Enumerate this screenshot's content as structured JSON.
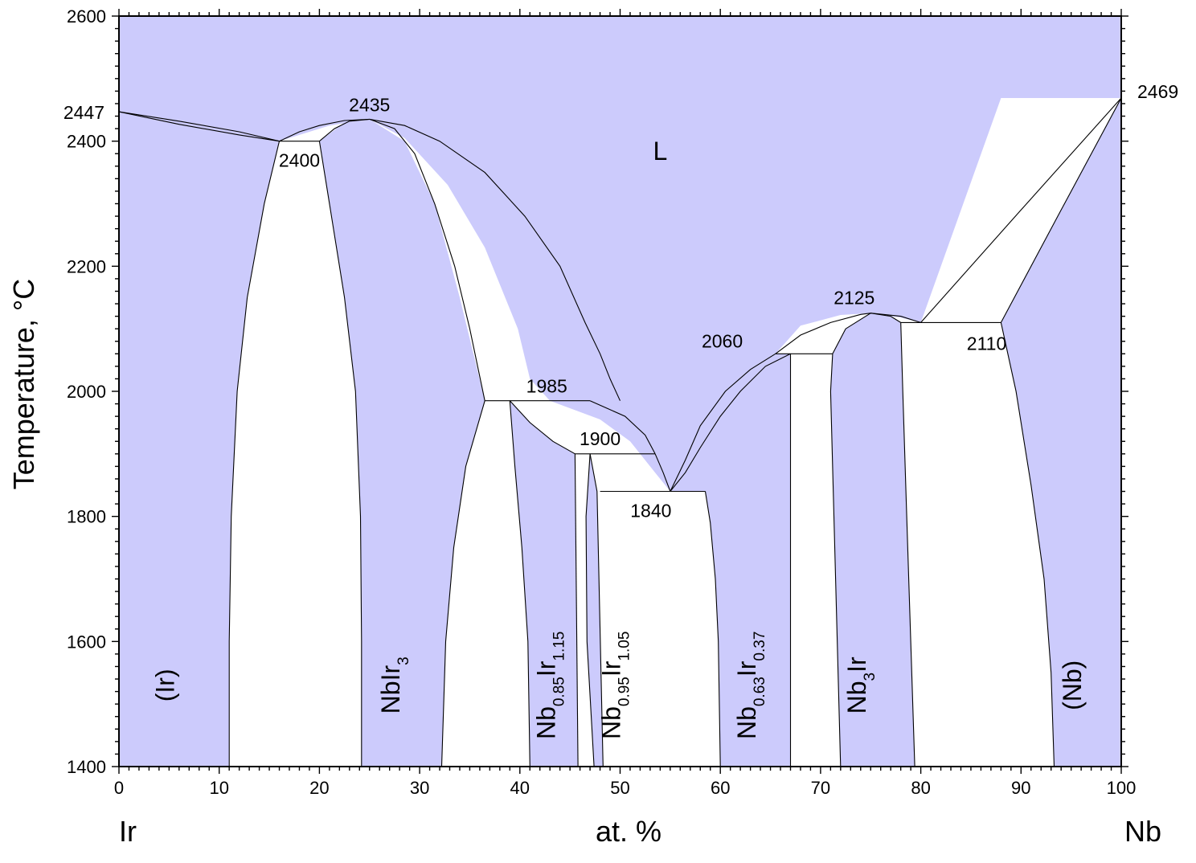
{
  "chart_data": {
    "type": "phase-diagram",
    "colors": {
      "liquid_region": "#cccbfc",
      "solid_solution_region": "#ffffff",
      "frame": "#000000"
    },
    "xlim": [
      0,
      100
    ],
    "ylim": [
      1400,
      2600
    ],
    "x_ticks": [
      "0",
      "10",
      "20",
      "30",
      "40",
      "50",
      "60",
      "70",
      "80",
      "90",
      "100"
    ],
    "y_ticks": [
      "1400",
      "1600",
      "1800",
      "2000",
      "2200",
      "2400",
      "2600"
    ],
    "left_component": "Ir",
    "right_component": "Nb",
    "xlabel": "at. %",
    "ylabel": "Temperature, °C",
    "special_temperatures": [
      {
        "label": "2447",
        "x": 0,
        "y": 2447
      },
      {
        "label": "2400",
        "x": 18,
        "y": 2400
      },
      {
        "label": "2435",
        "x": 25,
        "y": 2435
      },
      {
        "label": "1985",
        "x": 41,
        "y": 1985
      },
      {
        "label": "1900",
        "x": 48,
        "y": 1900
      },
      {
        "label": "1840",
        "x": 55,
        "y": 1840
      },
      {
        "label": "2060",
        "x": 65,
        "y": 2060
      },
      {
        "label": "2125",
        "x": 74,
        "y": 2125
      },
      {
        "label": "2110",
        "x": 82,
        "y": 2110
      },
      {
        "label": "2469",
        "x": 100,
        "y": 2469
      }
    ],
    "phases": [
      {
        "name": "L",
        "x": 54,
        "y": 2370
      },
      {
        "name": "(Ir)",
        "x": 5.5,
        "y": 1530
      },
      {
        "name": "NbIr",
        "sub": "3",
        "sub2": "",
        "x": 28,
        "y": 1530
      },
      {
        "name": "Nb",
        "sub": "0.85",
        "mid": "Ir",
        "sub2": "1.15",
        "x": 43.5,
        "y": 1530
      },
      {
        "name": "Nb",
        "sub": "0.95",
        "mid": "Ir",
        "sub2": "1.05",
        "x": 50,
        "y": 1530
      },
      {
        "name": "Nb",
        "sub": "0.63",
        "mid": "Ir",
        "sub2": "0.37",
        "x": 63.5,
        "y": 1530
      },
      {
        "name": "Nb",
        "sub": "3",
        "mid": "Ir",
        "sub2": "",
        "x": 74.5,
        "y": 1530
      },
      {
        "name": "(Nb)",
        "x": 96,
        "y": 1530
      }
    ],
    "single_phase_regions": [
      {
        "phase": "(Ir)",
        "points": [
          [
            0,
            2447
          ],
          [
            16,
            2400
          ],
          [
            14.5,
            2300
          ],
          [
            12.8,
            2150
          ],
          [
            11.8,
            2000
          ],
          [
            11.2,
            1800
          ],
          [
            11,
            1600
          ],
          [
            11,
            1400
          ],
          [
            0,
            1400
          ]
        ]
      },
      {
        "phase": "NbIr3",
        "points": [
          [
            20,
            2400
          ],
          [
            21,
            2300
          ],
          [
            22.5,
            2150
          ],
          [
            23.6,
            2000
          ],
          [
            24.1,
            1800
          ],
          [
            24.2,
            1600
          ],
          [
            24.2,
            1400
          ],
          [
            32.2,
            1400
          ],
          [
            32.6,
            1600
          ],
          [
            33.4,
            1750
          ],
          [
            34.6,
            1880
          ],
          [
            36.5,
            1985
          ],
          [
            34,
            2150
          ],
          [
            31.5,
            2300
          ],
          [
            28.5,
            2400
          ],
          [
            25,
            2435
          ],
          [
            22.5,
            2430
          ],
          [
            20,
            2400
          ]
        ]
      },
      {
        "phase": "Nb0.85Ir1.15",
        "points": [
          [
            39,
            1985
          ],
          [
            41,
            1950
          ],
          [
            43.3,
            1920
          ],
          [
            45.5,
            1900
          ],
          [
            45.8,
            1400
          ],
          [
            41,
            1400
          ],
          [
            40.8,
            1600
          ],
          [
            40.2,
            1750
          ],
          [
            39.5,
            1880
          ],
          [
            39,
            1985
          ]
        ]
      },
      {
        "phase": "Nb0.95Ir1.05",
        "points": [
          [
            47,
            1900
          ],
          [
            47.7,
            1840
          ],
          [
            48.3,
            1400
          ],
          [
            47.4,
            1400
          ],
          [
            46.7,
            1600
          ],
          [
            46.6,
            1800
          ],
          [
            47,
            1900
          ]
        ]
      },
      {
        "phase": "Nb0.63Ir0.37",
        "points": [
          [
            55,
            1840
          ],
          [
            56,
            1900
          ],
          [
            57.3,
            1950
          ],
          [
            58.8,
            2000
          ],
          [
            61.5,
            2040
          ],
          [
            65.5,
            2060
          ],
          [
            67,
            2060
          ],
          [
            67,
            1400
          ],
          [
            60,
            1400
          ],
          [
            59.8,
            1600
          ],
          [
            59.5,
            1700
          ],
          [
            59,
            1790
          ],
          [
            58.5,
            1840
          ],
          [
            55,
            1840
          ]
        ]
      },
      {
        "phase": "Nb3Ir",
        "points": [
          [
            72,
            1400
          ],
          [
            71.5,
            1700
          ],
          [
            71,
            2000
          ],
          [
            71.2,
            2060
          ],
          [
            72.5,
            2100
          ],
          [
            75,
            2125
          ],
          [
            77,
            2120
          ],
          [
            78,
            2110
          ],
          [
            78.2,
            2000
          ],
          [
            78.6,
            1800
          ],
          [
            79,
            1600
          ],
          [
            79.4,
            1400
          ]
        ]
      },
      {
        "phase": "(Nb)",
        "points": [
          [
            100,
            2469
          ],
          [
            88,
            2110
          ],
          [
            89.5,
            2000
          ],
          [
            91,
            1850
          ],
          [
            92.3,
            1700
          ],
          [
            93,
            1550
          ],
          [
            93.3,
            1400
          ],
          [
            100,
            1400
          ]
        ]
      },
      {
        "phase": "L",
        "points": [
          [
            0,
            2600
          ],
          [
            100,
            2600
          ],
          [
            100,
            2469
          ],
          [
            88,
            2469
          ],
          [
            80,
            2110
          ],
          [
            78,
            2118
          ],
          [
            75,
            2125
          ],
          [
            72,
            2122
          ],
          [
            68,
            2105
          ],
          [
            65.5,
            2060
          ],
          [
            62.5,
            2000
          ],
          [
            59.5,
            1940
          ],
          [
            57,
            1880
          ],
          [
            55,
            1840
          ],
          [
            53.5,
            1870
          ],
          [
            51,
            1920
          ],
          [
            48,
            1955
          ],
          [
            45.5,
            1970
          ],
          [
            43,
            1985
          ],
          [
            41,
            2020
          ],
          [
            39.8,
            2100
          ],
          [
            36.5,
            2230
          ],
          [
            32.8,
            2330
          ],
          [
            28.5,
            2405
          ],
          [
            25,
            2435
          ],
          [
            21,
            2425
          ],
          [
            18,
            2410
          ],
          [
            16,
            2400
          ],
          [
            12,
            2410
          ],
          [
            6,
            2425
          ],
          [
            0,
            2447
          ]
        ]
      }
    ],
    "boundaries": [
      [
        [
          0,
          2447
        ],
        [
          6,
          2432
        ],
        [
          12,
          2415
        ],
        [
          16,
          2400
        ]
      ],
      [
        [
          0,
          2447
        ],
        [
          6,
          2427
        ],
        [
          12,
          2410
        ],
        [
          16,
          2400
        ]
      ],
      [
        [
          16,
          2400
        ],
        [
          20,
          2400
        ]
      ],
      [
        [
          16,
          2400
        ],
        [
          14.5,
          2300
        ],
        [
          12.8,
          2150
        ],
        [
          11.8,
          2000
        ],
        [
          11.2,
          1800
        ],
        [
          11,
          1600
        ],
        [
          11,
          1400
        ]
      ],
      [
        [
          16,
          2400
        ],
        [
          18,
          2415
        ],
        [
          20,
          2425
        ],
        [
          22.5,
          2433
        ],
        [
          25,
          2435
        ]
      ],
      [
        [
          20,
          2400
        ],
        [
          21,
          2300
        ],
        [
          22.5,
          2150
        ],
        [
          23.6,
          2000
        ],
        [
          24.1,
          1800
        ],
        [
          24.2,
          1600
        ],
        [
          24.2,
          1400
        ]
      ],
      [
        [
          20,
          2400
        ],
        [
          21.5,
          2420
        ],
        [
          23,
          2432
        ],
        [
          25,
          2435
        ]
      ],
      [
        [
          25,
          2435
        ],
        [
          27.5,
          2420
        ],
        [
          29.5,
          2380
        ],
        [
          31.5,
          2300
        ],
        [
          33.5,
          2200
        ],
        [
          35,
          2100
        ],
        [
          36.5,
          1985
        ]
      ],
      [
        [
          25,
          2435
        ],
        [
          28.5,
          2425
        ],
        [
          32,
          2400
        ],
        [
          36.5,
          2350
        ],
        [
          40.5,
          2280
        ],
        [
          44,
          2200
        ],
        [
          46.5,
          2110
        ],
        [
          48,
          2060
        ],
        [
          49,
          2020
        ],
        [
          50,
          1985
        ]
      ],
      [
        [
          36.5,
          1985
        ],
        [
          47,
          1985
        ]
      ],
      [
        [
          36.5,
          1985
        ],
        [
          34.6,
          1880
        ],
        [
          33.4,
          1750
        ],
        [
          32.6,
          1600
        ],
        [
          32.2,
          1400
        ]
      ],
      [
        [
          39,
          1985
        ],
        [
          39.5,
          1880
        ],
        [
          40.2,
          1750
        ],
        [
          40.8,
          1600
        ],
        [
          41,
          1400
        ]
      ],
      [
        [
          39,
          1985
        ],
        [
          41,
          1950
        ],
        [
          43.3,
          1920
        ],
        [
          45.5,
          1900
        ]
      ],
      [
        [
          47,
          1985
        ],
        [
          50.5,
          1960
        ],
        [
          52.5,
          1930
        ],
        [
          53.5,
          1900
        ]
      ],
      [
        [
          45.5,
          1900
        ],
        [
          53.5,
          1900
        ]
      ],
      [
        [
          45.5,
          1900
        ],
        [
          45.8,
          1400
        ]
      ],
      [
        [
          47,
          1900
        ],
        [
          46.6,
          1800
        ],
        [
          46.7,
          1600
        ],
        [
          47.4,
          1400
        ]
      ],
      [
        [
          47,
          1900
        ],
        [
          47.7,
          1840
        ],
        [
          48.3,
          1400
        ]
      ],
      [
        [
          53.5,
          1900
        ],
        [
          54.3,
          1870
        ],
        [
          55,
          1840
        ]
      ],
      [
        [
          48,
          1840
        ],
        [
          58.5,
          1840
        ]
      ],
      [
        [
          58.5,
          1840
        ],
        [
          59,
          1790
        ],
        [
          59.5,
          1700
        ],
        [
          59.8,
          1600
        ],
        [
          60,
          1400
        ]
      ],
      [
        [
          55,
          1840
        ],
        [
          56.5,
          1890
        ],
        [
          58,
          1945
        ],
        [
          60.5,
          2000
        ],
        [
          63,
          2035
        ],
        [
          65.5,
          2060
        ]
      ],
      [
        [
          55,
          1840
        ],
        [
          56.5,
          1870
        ],
        [
          58,
          1910
        ],
        [
          60,
          1960
        ],
        [
          62,
          2000
        ],
        [
          64.5,
          2040
        ],
        [
          67,
          2060
        ]
      ],
      [
        [
          65.5,
          2060
        ],
        [
          71.2,
          2060
        ]
      ],
      [
        [
          67,
          2060
        ],
        [
          67,
          1400
        ]
      ],
      [
        [
          65.5,
          2060
        ],
        [
          68,
          2090
        ],
        [
          71,
          2110
        ],
        [
          74,
          2123
        ],
        [
          75,
          2125
        ]
      ],
      [
        [
          71.2,
          2060
        ],
        [
          71,
          2000
        ],
        [
          71.5,
          1700
        ],
        [
          72,
          1400
        ]
      ],
      [
        [
          71.2,
          2060
        ],
        [
          72.5,
          2100
        ],
        [
          75,
          2125
        ],
        [
          77,
          2120
        ],
        [
          78,
          2110
        ]
      ],
      [
        [
          75,
          2125
        ],
        [
          78,
          2120
        ],
        [
          80,
          2110
        ]
      ],
      [
        [
          78,
          2110
        ],
        [
          88,
          2110
        ]
      ],
      [
        [
          78,
          2110
        ],
        [
          78.2,
          2000
        ],
        [
          78.6,
          1800
        ],
        [
          79,
          1600
        ],
        [
          79.4,
          1400
        ]
      ],
      [
        [
          80,
          2110
        ],
        [
          90,
          2290
        ],
        [
          100,
          2469
        ]
      ],
      [
        [
          88,
          2110
        ],
        [
          94,
          2290
        ],
        [
          100,
          2469
        ]
      ],
      [
        [
          88,
          2110
        ],
        [
          89.5,
          2000
        ],
        [
          91,
          1850
        ],
        [
          92.3,
          1700
        ],
        [
          93,
          1550
        ],
        [
          93.3,
          1400
        ]
      ]
    ]
  }
}
